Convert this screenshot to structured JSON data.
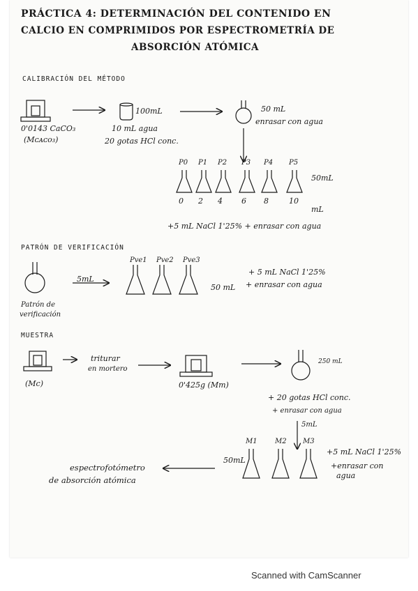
{
  "title": {
    "line1": "PRÁCTICA 4: DETERMINACIÓN DEL CONTENIDO EN",
    "line2": "CALCIO EN COMPRIMIDOS POR ESPECTROMETRÍA DE",
    "line3": "ABSORCIÓN ATÓMICA"
  },
  "calibration": {
    "heading": "CALIBRACIÓN DEL MÉTODO",
    "mass": "0'0143 CaCO₃",
    "mass_symbol": "(Mᴄᴀᴄᴏ₃)",
    "beaker_volume": "100mL",
    "beaker_note1": "10 mL agua",
    "beaker_note2": "20 gotas HCl conc.",
    "flask_volume": "50 mL",
    "flask_note": "enrasar con agua",
    "patterns": [
      "P0",
      "P1",
      "P2",
      "P3",
      "P4",
      "P5"
    ],
    "volumes": [
      "0",
      "2",
      "4",
      "6",
      "8",
      "10"
    ],
    "volume_unit": "mL",
    "patterns_volume": "50mL",
    "patterns_note": "+5 mL NaCl 1'25%  + enrasar con agua"
  },
  "verification": {
    "heading": "PATRÓN DE VERIFICACIÓN",
    "source_label1": "Patrón de",
    "source_label2": "verificación",
    "transfer": "5mL",
    "flasks": [
      "Pve1",
      "Pve2",
      "Pve3"
    ],
    "flask_volume": "50 mL",
    "note1": "+ 5 mL NaCl 1'25%",
    "note2": "+ enrasar con agua"
  },
  "sample": {
    "heading": "MUESTRA",
    "start_label": "(Mc)",
    "step1": "triturar",
    "step1b": "en mortero",
    "mass": "0'425g (Mm)",
    "flask_volume": "250 mL",
    "note1": "+ 20 gotas HCl conc.",
    "note2": "+ enrasar con agua",
    "transfer": "5mL",
    "flasks": [
      "M1",
      "M2",
      "M3"
    ],
    "flasks_volume": "50mL",
    "note3": "+5 mL NaCl 1'25%",
    "note4": "+enrasar con",
    "note5": "agua",
    "final1": "espectrofotómetro",
    "final2": "de absorción atómica"
  },
  "footer": "Scanned with CamScanner",
  "colors": {
    "title": "#3f9a1f",
    "ink": "#1a1a1a"
  }
}
